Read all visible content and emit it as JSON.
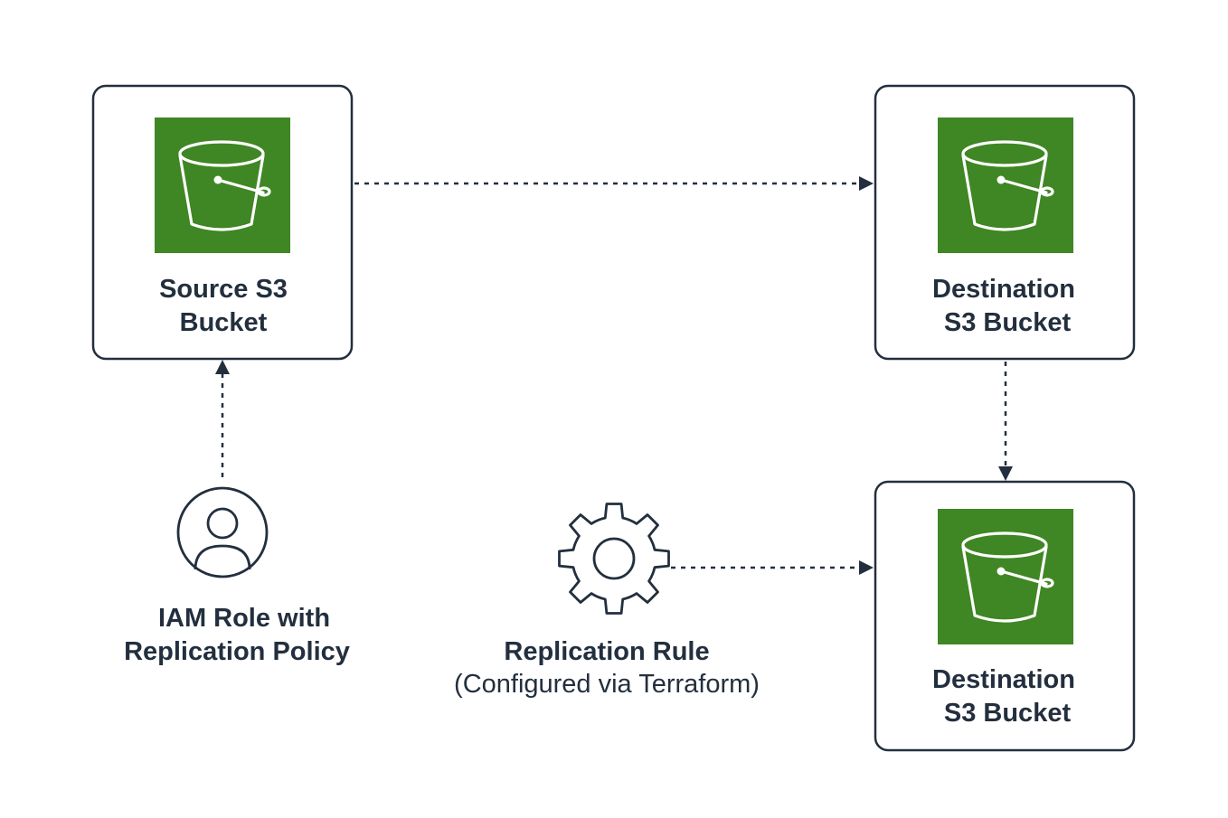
{
  "colors": {
    "s3_green": "#3f8624",
    "ink": "#232f3e",
    "background": "#ffffff"
  },
  "nodes": {
    "source_bucket": {
      "icon": "s3-bucket-icon",
      "line1": "Source S3",
      "line2": "Bucket"
    },
    "destination_bucket_top": {
      "icon": "s3-bucket-icon",
      "line1": "Destination",
      "line2": "S3 Bucket"
    },
    "destination_bucket_bottom": {
      "icon": "s3-bucket-icon",
      "line1": "Destination",
      "line2": "S3 Bucket"
    },
    "iam_role": {
      "icon": "user-icon",
      "line1": "IAM Role with",
      "line2": "Replication Policy"
    },
    "replication_rule": {
      "icon": "gear-icon",
      "line1": "Replication Rule",
      "line2": "(Configured via Terraform)"
    }
  },
  "edges": [
    {
      "from": "source_bucket",
      "to": "destination_bucket_top",
      "style": "dashed"
    },
    {
      "from": "iam_role",
      "to": "source_bucket",
      "style": "dashed"
    },
    {
      "from": "destination_bucket_top",
      "to": "destination_bucket_bottom",
      "style": "dashed"
    },
    {
      "from": "replication_rule",
      "to": "destination_bucket_bottom",
      "style": "dashed"
    }
  ]
}
